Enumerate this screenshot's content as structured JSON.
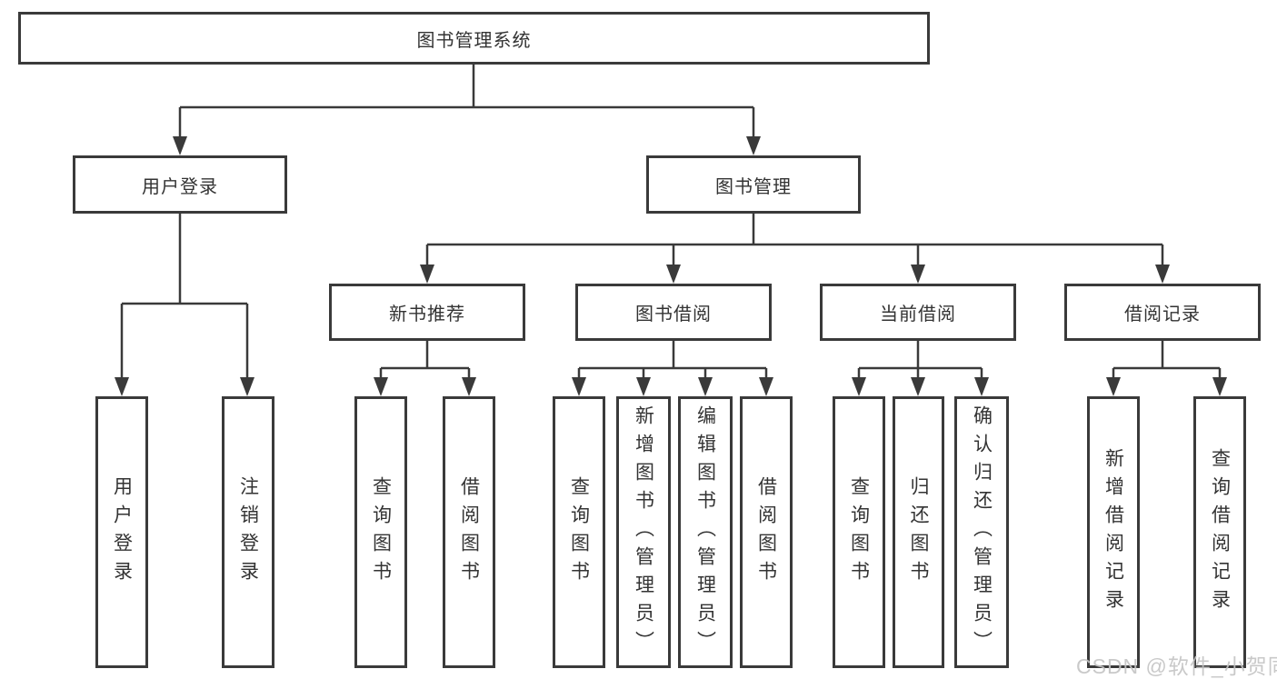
{
  "colors": {
    "line": "#3a3a3a",
    "text": "#333333",
    "box-bg": "#ffffff",
    "watermark": "#c4c4c4",
    "page-bg": "#ffffff"
  },
  "watermark": {
    "text": "CSDN @软件_小贺同学"
  },
  "diagram": {
    "root": {
      "label": "图书管理系统"
    },
    "branches": [
      {
        "label": "用户登录",
        "children": [
          {
            "label": "用户登录"
          },
          {
            "label": "注销登录"
          }
        ]
      },
      {
        "label": "图书管理",
        "children": [
          {
            "label": "新书推荐",
            "children": [
              {
                "label": "查询图书"
              },
              {
                "label": "借阅图书"
              }
            ]
          },
          {
            "label": "图书借阅",
            "children": [
              {
                "label": "查询图书"
              },
              {
                "label": "新增图书（管理员）"
              },
              {
                "label": "编辑图书（管理员）"
              },
              {
                "label": "借阅图书"
              }
            ]
          },
          {
            "label": "当前借阅",
            "children": [
              {
                "label": "查询图书"
              },
              {
                "label": "归还图书"
              },
              {
                "label": "确认归还（管理员）"
              }
            ]
          },
          {
            "label": "借阅记录",
            "children": [
              {
                "label": "新增借阅记录"
              },
              {
                "label": "查询借阅记录"
              }
            ]
          }
        ]
      }
    ]
  }
}
